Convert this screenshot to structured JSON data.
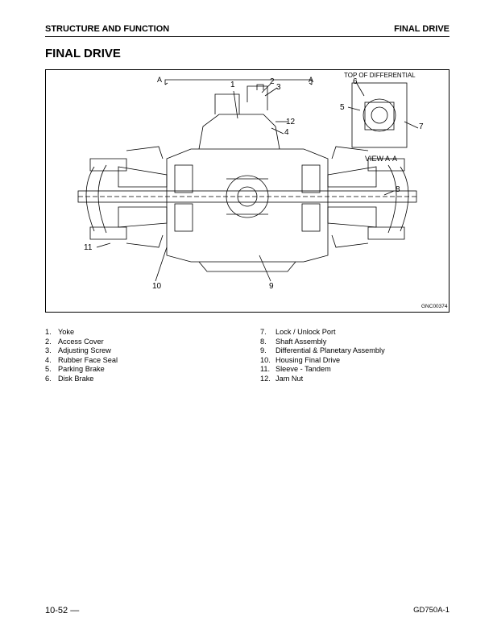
{
  "header": {
    "left": "STRUCTURE AND FUNCTION",
    "right": "FINAL DRIVE"
  },
  "title": "FINAL DRIVE",
  "figure": {
    "top_of_differential": "TOP OF DIFFERENTIAL",
    "view_label": "VIEW A-A",
    "section_a_left": "A",
    "section_a_right": "A",
    "figure_id": "GNC00374",
    "callouts": [
      "1",
      "2",
      "3",
      "4",
      "5",
      "6",
      "7",
      "8",
      "9",
      "10",
      "11",
      "12"
    ]
  },
  "legend": {
    "col1": [
      {
        "num": "1.",
        "text": "Yoke"
      },
      {
        "num": "2.",
        "text": "Access Cover"
      },
      {
        "num": "3.",
        "text": "Adjusting Screw"
      },
      {
        "num": "4.",
        "text": "Rubber Face Seal"
      },
      {
        "num": "5.",
        "text": "Parking Brake"
      },
      {
        "num": "6.",
        "text": "Disk Brake"
      }
    ],
    "col2": [
      {
        "num": "7.",
        "text": "Lock / Unlock Port"
      },
      {
        "num": "8.",
        "text": "Shaft Assembly"
      },
      {
        "num": "9.",
        "text": "Differential & Planetary Assembly"
      },
      {
        "num": "10.",
        "text": "Housing Final Drive"
      },
      {
        "num": "11.",
        "text": "Sleeve - Tandem"
      },
      {
        "num": "12.",
        "text": "Jam Nut"
      }
    ]
  },
  "footer": {
    "page": "10-52 —",
    "model": "GD750A-1"
  }
}
